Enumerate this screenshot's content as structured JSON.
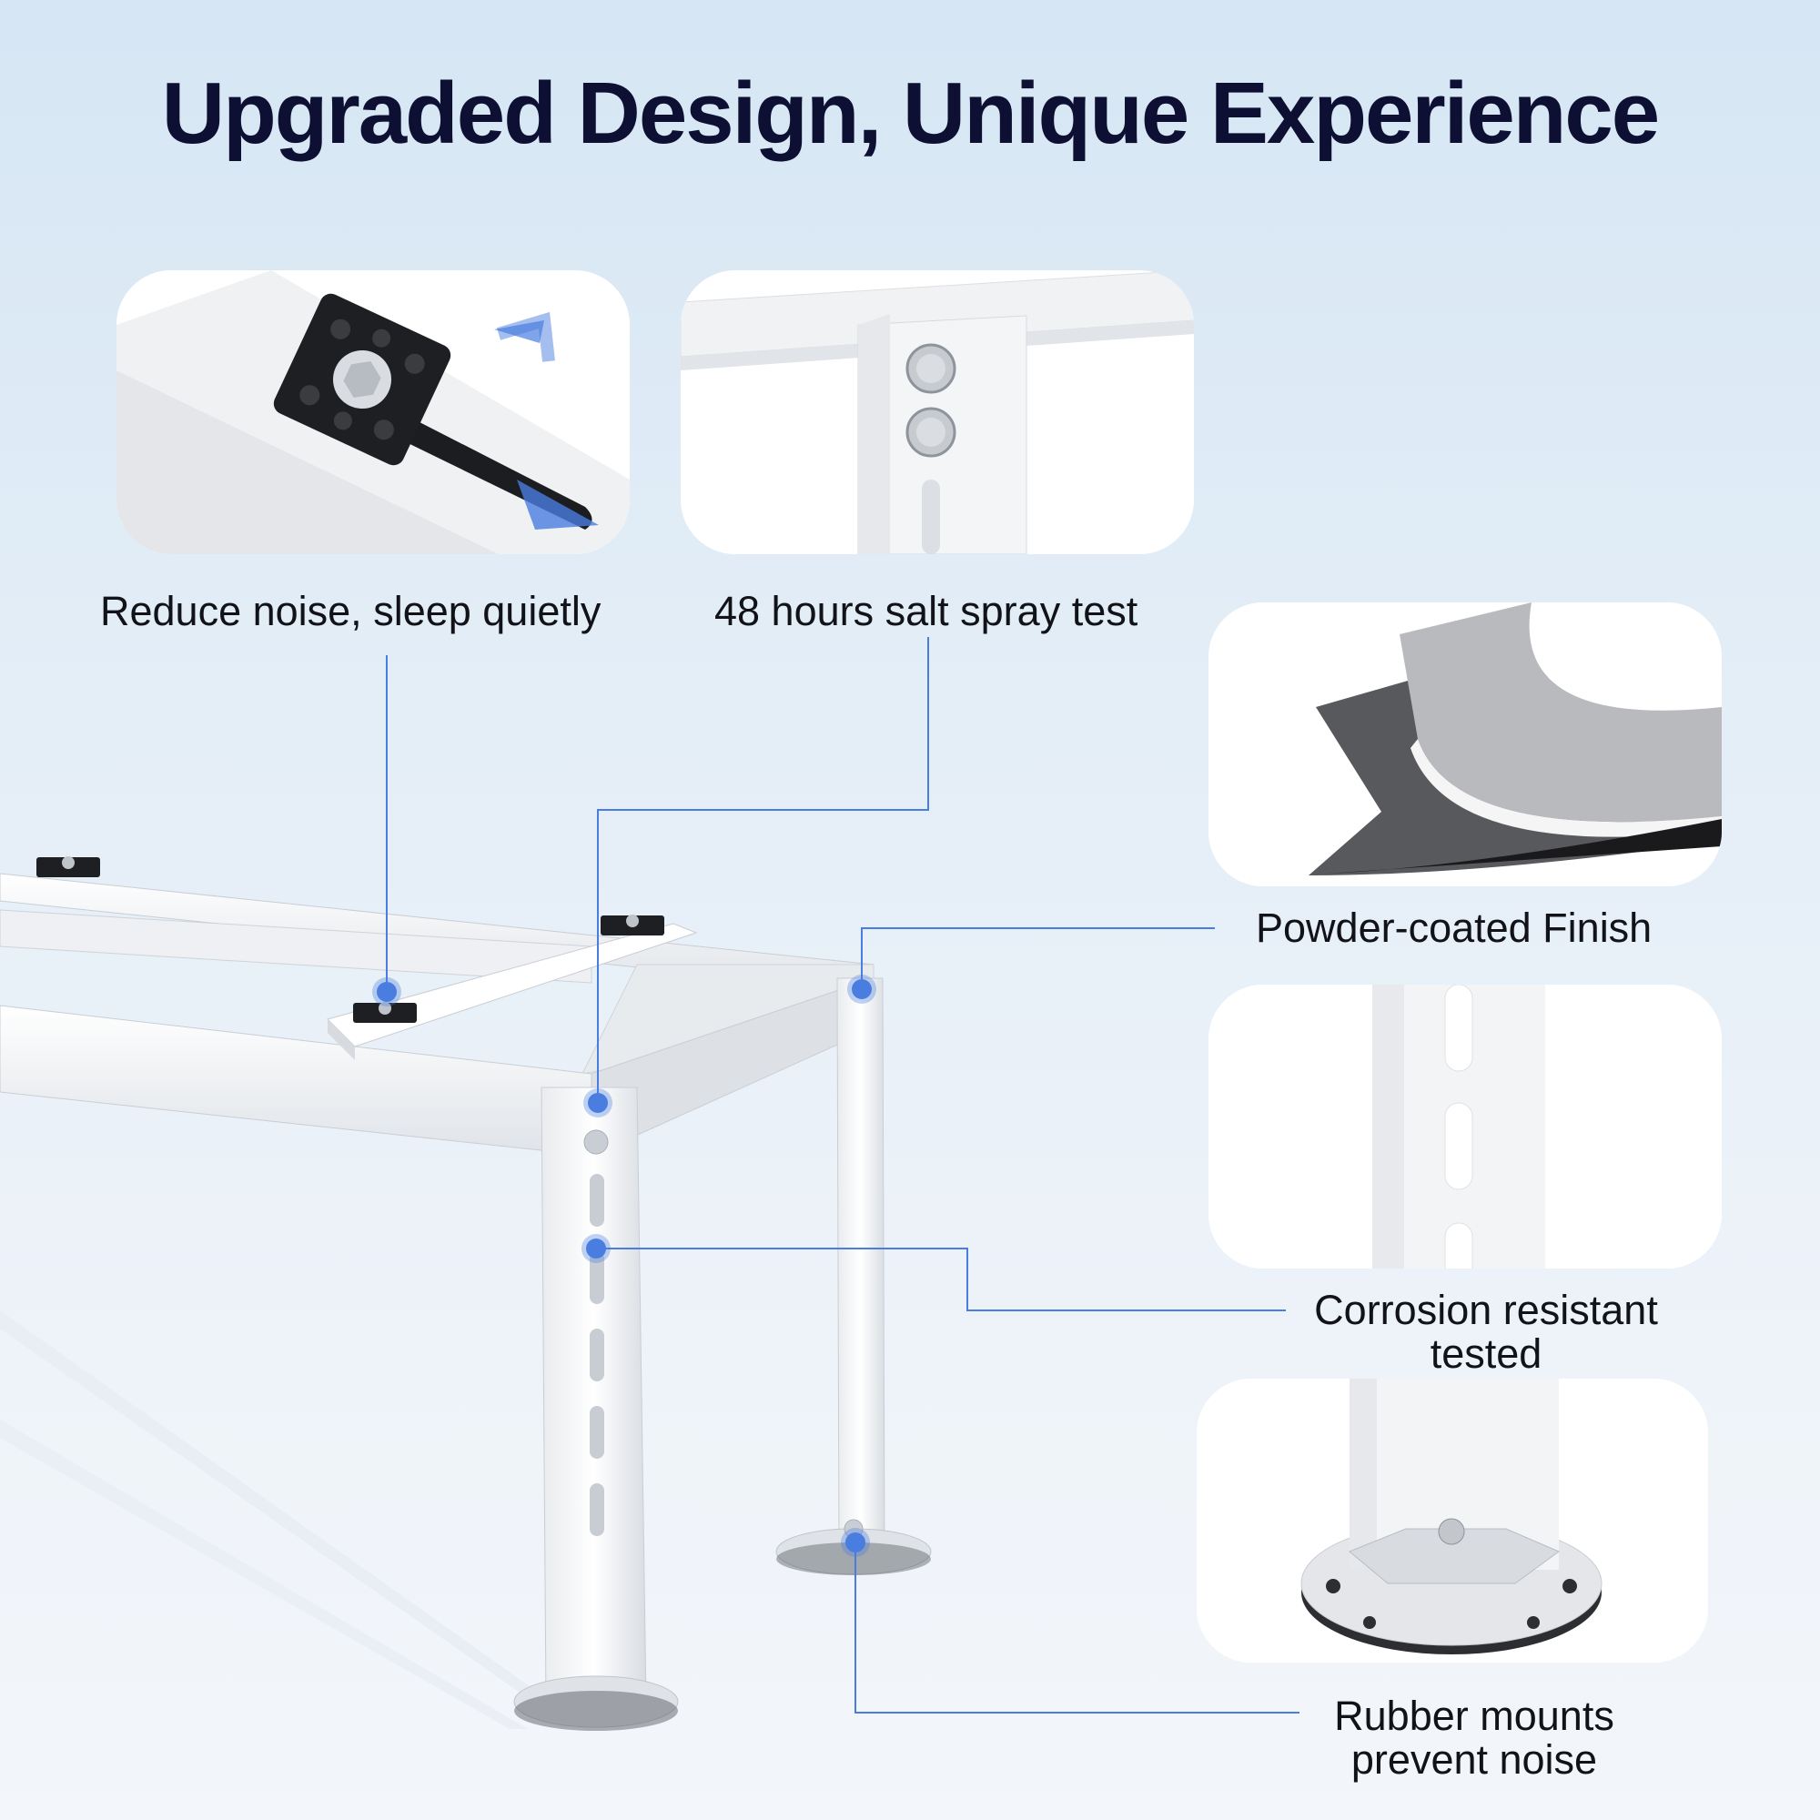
{
  "headline": "Upgraded Design, Unique Experience",
  "features": {
    "reduce_noise": "Reduce noise, sleep quietly",
    "salt_spray": "48 hours salt spray test",
    "powder_coated": "Powder-coated Finish",
    "corrosion_line1": "Corrosion resistant",
    "corrosion_line2": "tested",
    "rubber_line1": "Rubber mounts",
    "rubber_line2": "prevent noise"
  },
  "colors": {
    "accent": "#4a7de0",
    "title": "#0d0f33",
    "background": "#dde9f5"
  }
}
